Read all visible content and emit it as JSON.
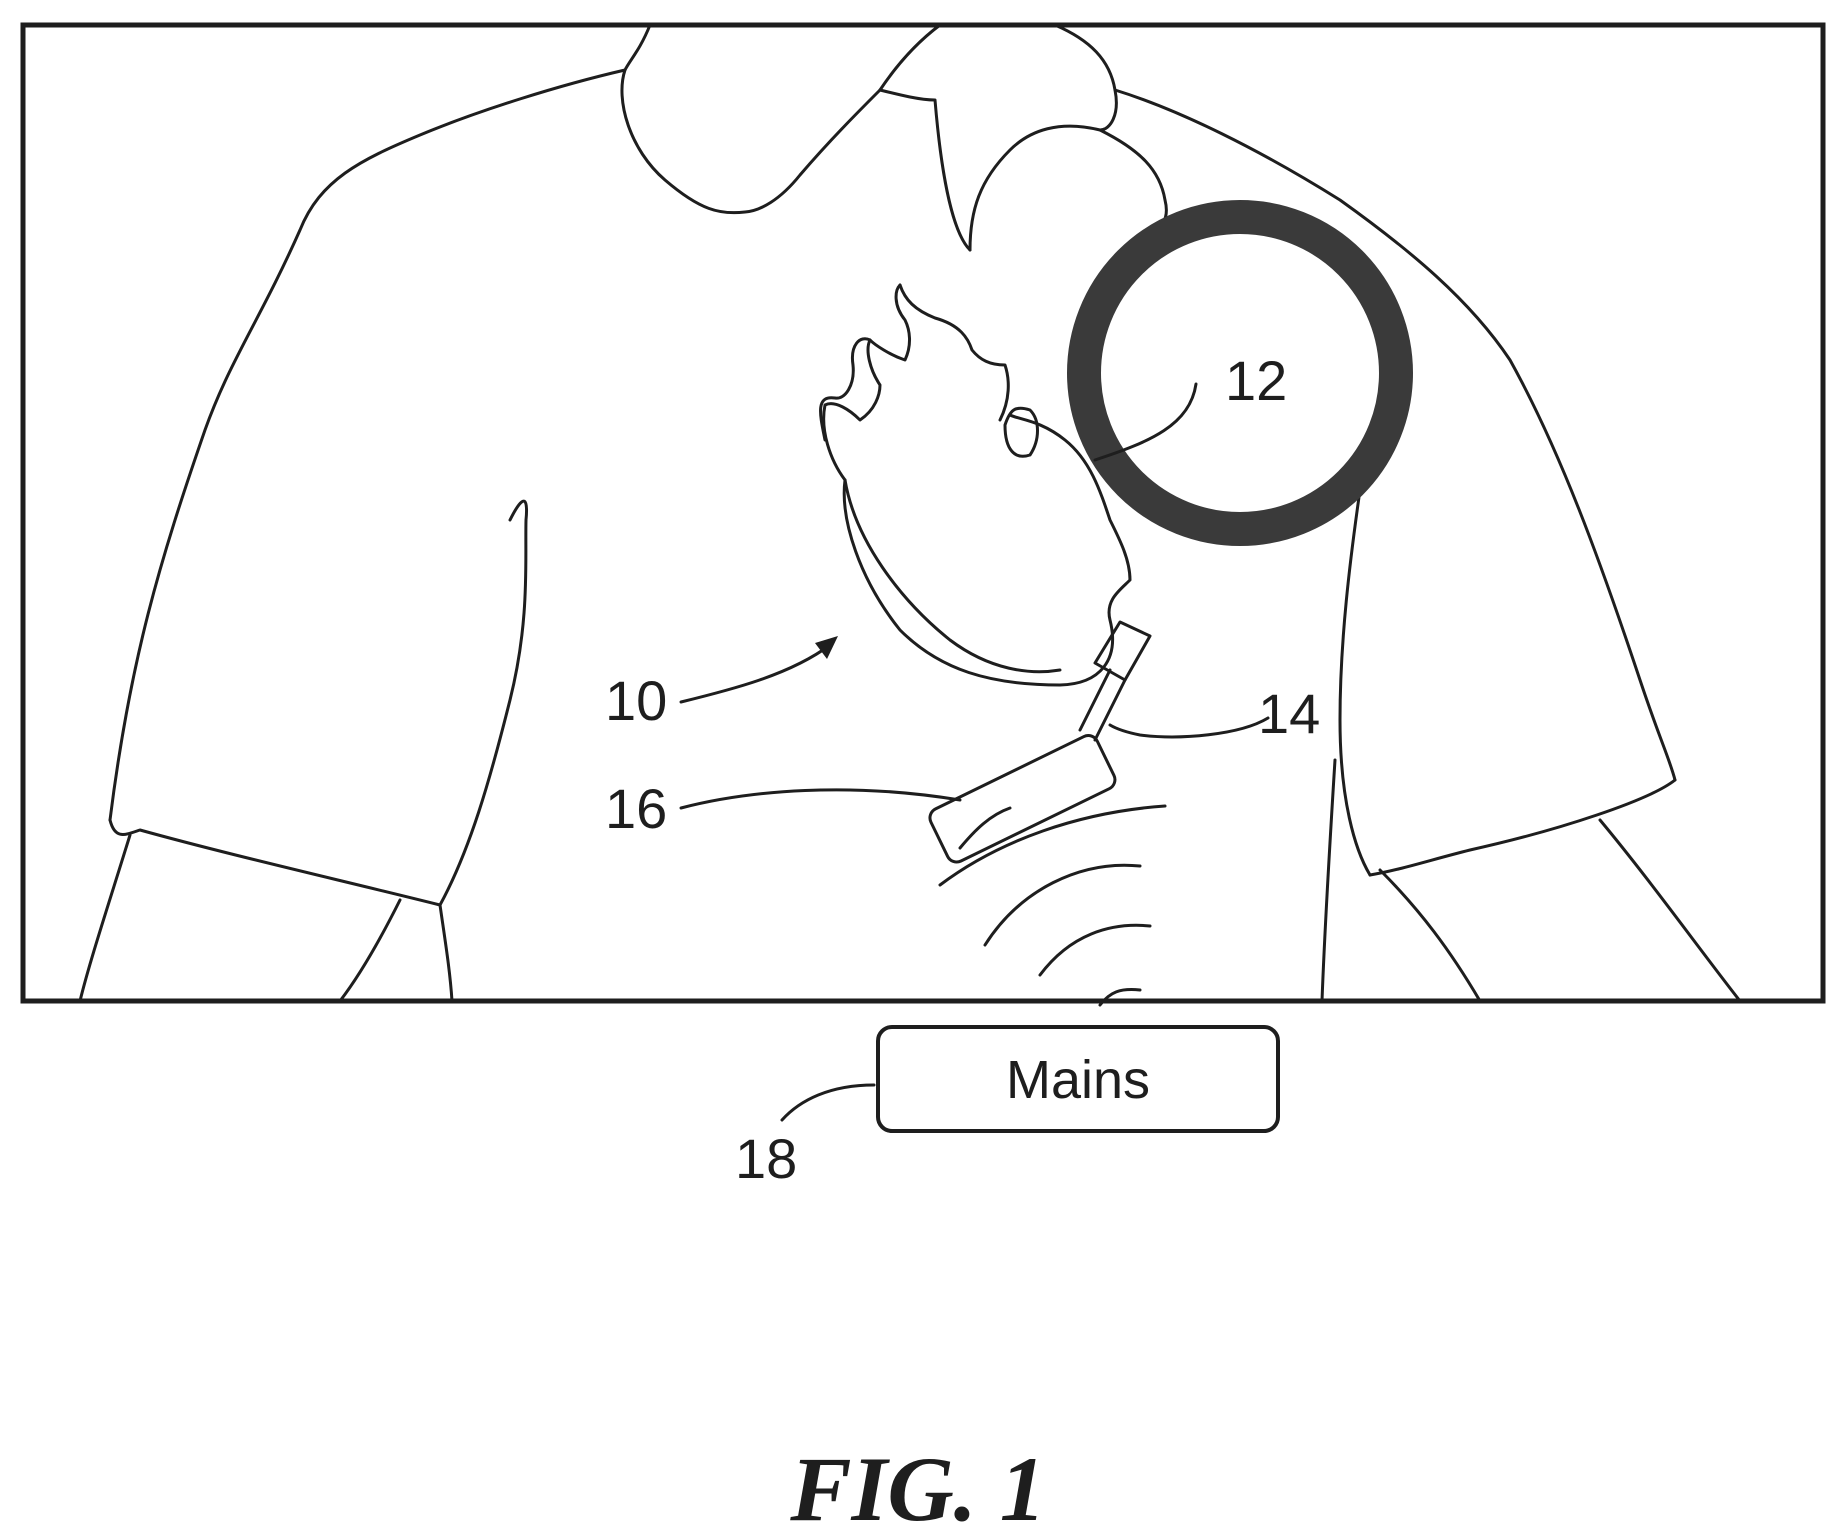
{
  "figure": {
    "caption": "FIG. 1",
    "mains_label": "Mains",
    "reference_numerals": {
      "system": "10",
      "coil": "12",
      "cable": "14",
      "controller": "16",
      "mains": "18"
    }
  },
  "colors": {
    "line": "#1e1e1e",
    "coil_fill": "#3a3a3a",
    "background": "#ffffff"
  },
  "icons": {
    "heart": "heart-icon",
    "coil": "ring-icon",
    "wireless": "wireless-waves-icon"
  }
}
